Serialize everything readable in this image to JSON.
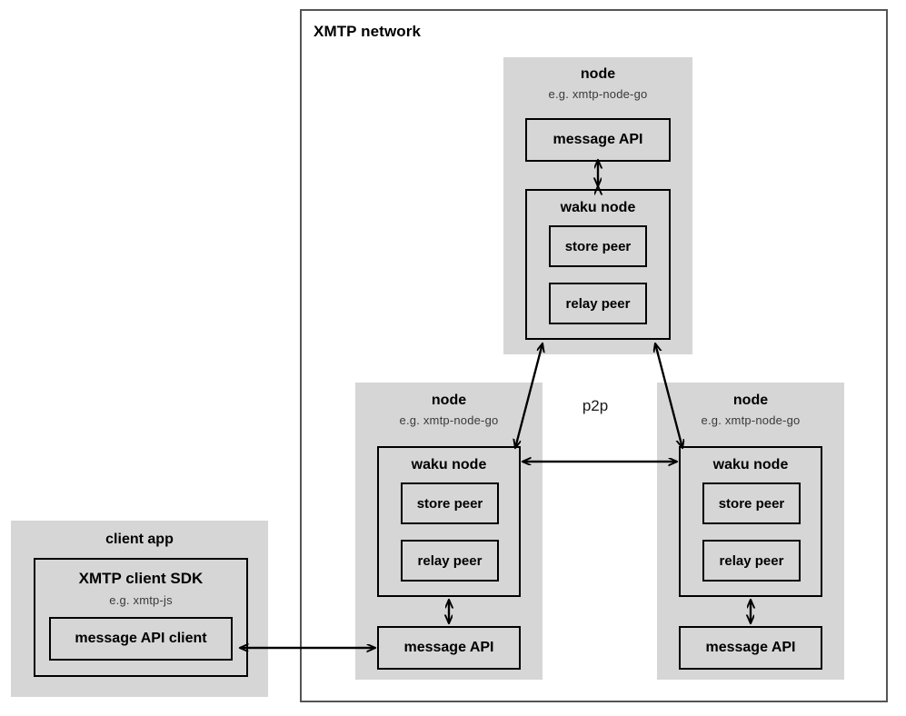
{
  "diagram": {
    "network": {
      "title": "XMTP network",
      "p2p_label": "p2p"
    },
    "client_app": {
      "title": "client app",
      "sdk": {
        "title": "XMTP client SDK",
        "subtitle": "e.g. xmtp-js",
        "api_client_label": "message API client"
      }
    },
    "nodes": {
      "top": {
        "title": "node",
        "subtitle": "e.g. xmtp-node-go",
        "message_api_label": "message API",
        "waku": {
          "title": "waku node",
          "store_peer_label": "store peer",
          "relay_peer_label": "relay peer"
        }
      },
      "left": {
        "title": "node",
        "subtitle": "e.g. xmtp-node-go",
        "message_api_label": "message API",
        "waku": {
          "title": "waku node",
          "store_peer_label": "store peer",
          "relay_peer_label": "relay peer"
        }
      },
      "right": {
        "title": "node",
        "subtitle": "e.g. xmtp-node-go",
        "message_api_label": "message API",
        "waku": {
          "title": "waku node",
          "store_peer_label": "store peer",
          "relay_peer_label": "relay peer"
        }
      }
    },
    "colors": {
      "node_fill": "#d6d6d6",
      "stroke": "#000000",
      "frame_stroke": "#555555",
      "background": "#ffffff",
      "subtitle_text": "#3a3a3a"
    }
  }
}
